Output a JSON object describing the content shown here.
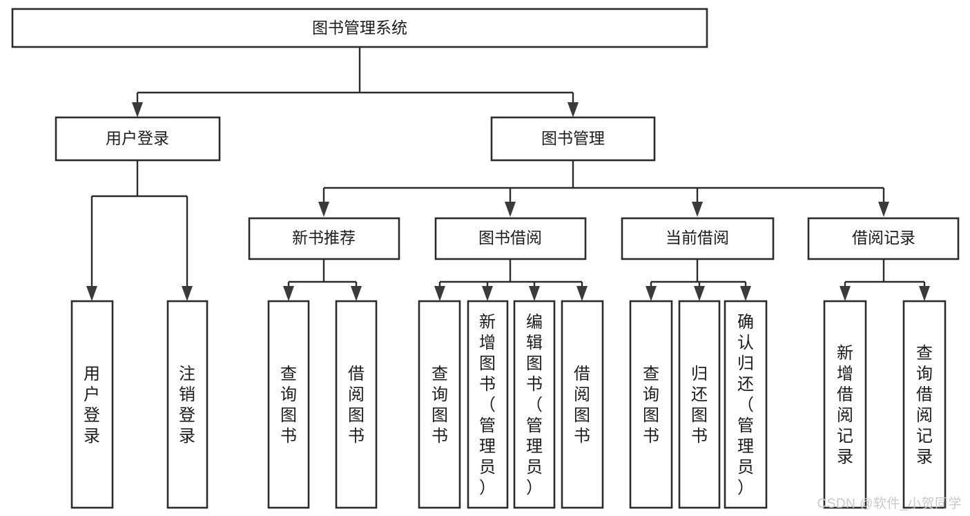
{
  "diagram": {
    "title": "图书管理系统",
    "type": "tree-hierarchy-chart",
    "root": {
      "label": "图书管理系统"
    },
    "level2": [
      {
        "label": "用户登录"
      },
      {
        "label": "图书管理"
      }
    ],
    "level3": [
      {
        "label": "新书推荐"
      },
      {
        "label": "图书借阅"
      },
      {
        "label": "当前借阅"
      },
      {
        "label": "借阅记录"
      }
    ],
    "leaves": {
      "user_login": [
        {
          "label": "用户登录"
        },
        {
          "label": "注销登录"
        }
      ],
      "new_book_recommend": [
        {
          "label": "查询图书"
        },
        {
          "label": "借阅图书"
        }
      ],
      "book_borrow": [
        {
          "label": "查询图书"
        },
        {
          "label": "新增图书（管理员）"
        },
        {
          "label": "编辑图书（管理员）"
        },
        {
          "label": "借阅图书"
        }
      ],
      "current_borrow": [
        {
          "label": "查询图书"
        },
        {
          "label": "归还图书"
        },
        {
          "label": "确认归还（管理员）"
        }
      ],
      "borrow_record": [
        {
          "label": "新增借阅记录"
        },
        {
          "label": "查询借阅记录"
        }
      ]
    },
    "watermark": "CSDN @软件_小贺同学",
    "colors": {
      "box_stroke": "#2b2b2b",
      "box_fill": "#ffffff",
      "text": "#1c1c1c",
      "connector": "#2b2b2b",
      "watermark": "#c9c9c9",
      "background": "#ffffff"
    }
  }
}
